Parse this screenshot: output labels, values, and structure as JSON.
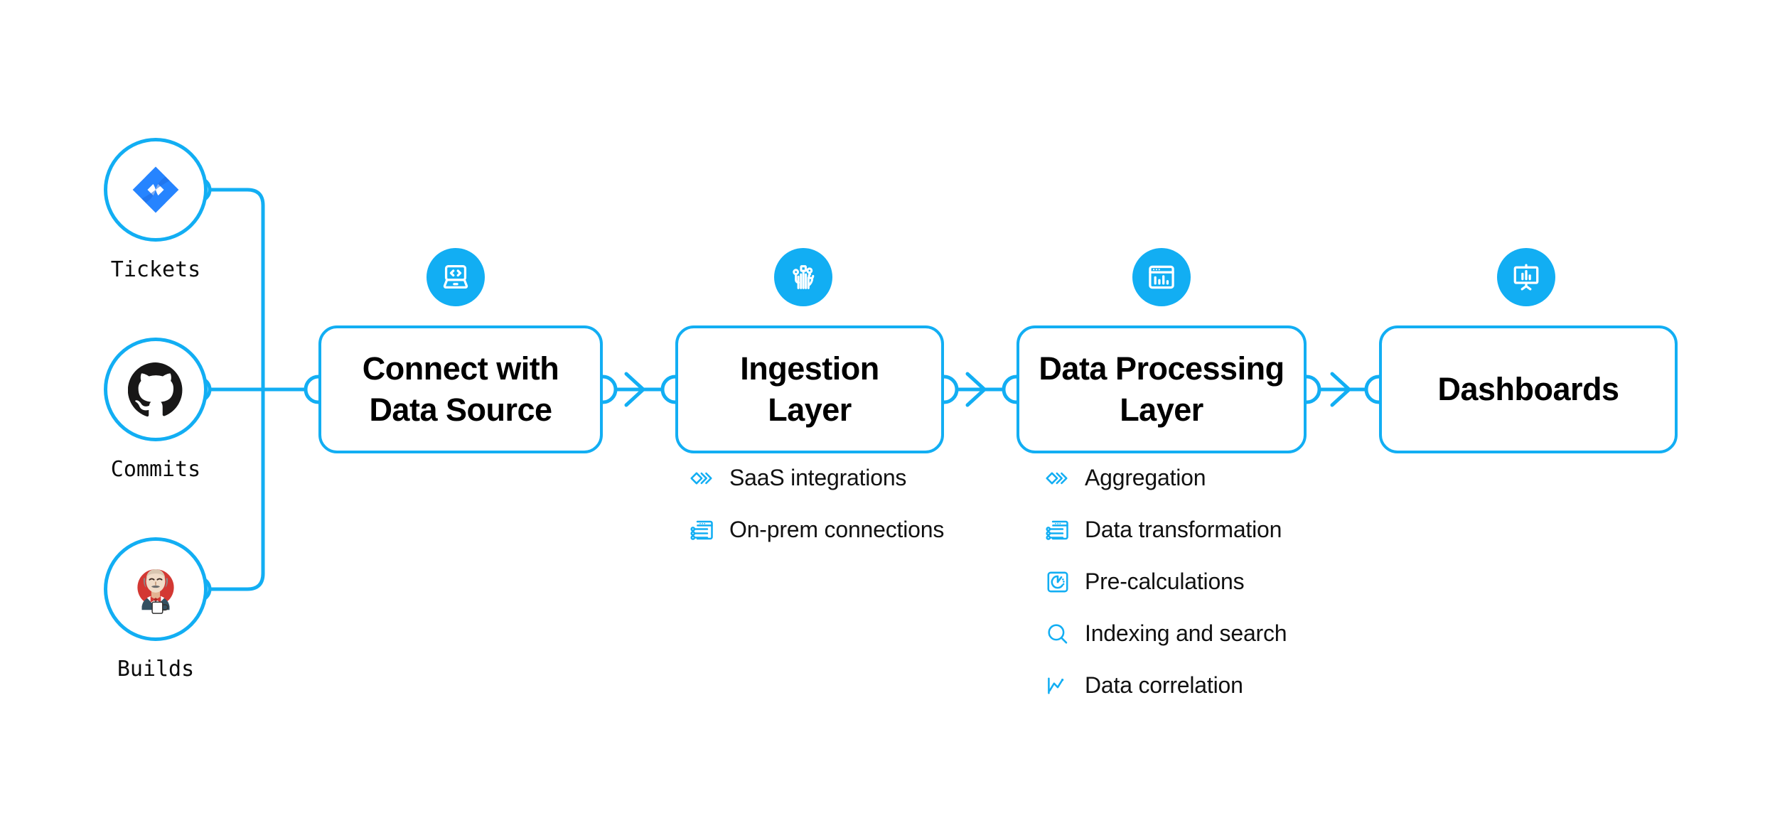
{
  "theme": {
    "accent": "#12AEF3",
    "badge_fill": "#12AEF3",
    "text": "#000000",
    "background": "#FFFFFF",
    "jira_blue": "#2684FF",
    "github_black": "#181717",
    "jenkins_red": "#D33833"
  },
  "sources": [
    {
      "label": "Tickets",
      "icon": "jira-icon"
    },
    {
      "label": "Commits",
      "icon": "github-icon"
    },
    {
      "label": "Builds",
      "icon": "jenkins-icon"
    }
  ],
  "stages": [
    {
      "title": "Connect with\nData Source",
      "line1": "Connect with",
      "line2": "Data Source",
      "icon": "laptop-code-icon",
      "bullets": []
    },
    {
      "title": "Ingestion\nLayer",
      "line1": "Ingestion",
      "line2": "Layer",
      "icon": "circuit-nodes-icon",
      "bullets": [
        {
          "label": "SaaS integrations",
          "icon": "chevrons-stack-icon"
        },
        {
          "label": "On-prem connections",
          "icon": "window-sliders-icon"
        }
      ]
    },
    {
      "title": "Data Processing\nLayer",
      "line1": "Data Processing",
      "line2": "Layer",
      "icon": "window-barchart-icon",
      "bullets": [
        {
          "label": "Aggregation",
          "icon": "chevrons-stack-icon"
        },
        {
          "label": "Data transformation",
          "icon": "window-sliders-icon"
        },
        {
          "label": "Pre-calculations",
          "icon": "gauge-square-icon"
        },
        {
          "label": "Indexing and search",
          "icon": "magnifier-icon"
        },
        {
          "label": "Data correlation",
          "icon": "line-chart-icon"
        }
      ]
    },
    {
      "title": "Dashboards",
      "line1": "Dashboards",
      "line2": "",
      "icon": "presentation-chart-icon",
      "bullets": []
    }
  ],
  "connectors": {
    "arrow_glyph": "chevron-right-arrow",
    "node_glyph": "connector-circle"
  }
}
